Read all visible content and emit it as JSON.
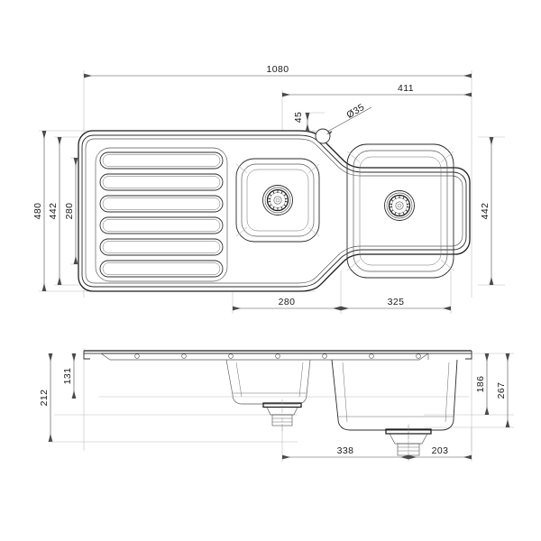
{
  "document": {
    "type": "engineering-drawing",
    "subject": "kitchen-sink-1.5-bowl-with-drainer",
    "units": "mm",
    "views": [
      "plan-view",
      "front-elevation"
    ]
  },
  "plan_view": {
    "name": "plan-view",
    "dimensions": {
      "overall_width": "1080",
      "overall_depth": "480",
      "inner_depth": "442",
      "drainer_groove_depth": "280",
      "right_bowl_depth": "442",
      "tap_hole_offset_from_rear": "45",
      "tap_hole_diameter": "Ø35",
      "right_section_width": "411",
      "small_bowl_width": "280",
      "large_bowl_width": "325"
    },
    "features": {
      "drainer_groove_count": 6,
      "bowl_count": 2,
      "tap_hole_count": 1,
      "waste_outlet_count": 2
    }
  },
  "elevation_view": {
    "name": "front-elevation",
    "dimensions": {
      "overall_height": "212",
      "rim_to_small_bowl_base": "131",
      "large_bowl_depth": "186",
      "overall_depth_right": "267",
      "waste_left_offset": "338",
      "waste_right_offset": "203"
    },
    "features": {
      "mounting_clip_count": 7,
      "waste_outlet_count": 2
    }
  },
  "colors": {
    "object_line": "#1a1a1a",
    "extension_line": "#b9b9b9",
    "dimension_line": "#4a4a4a",
    "background": "#ffffff"
  }
}
